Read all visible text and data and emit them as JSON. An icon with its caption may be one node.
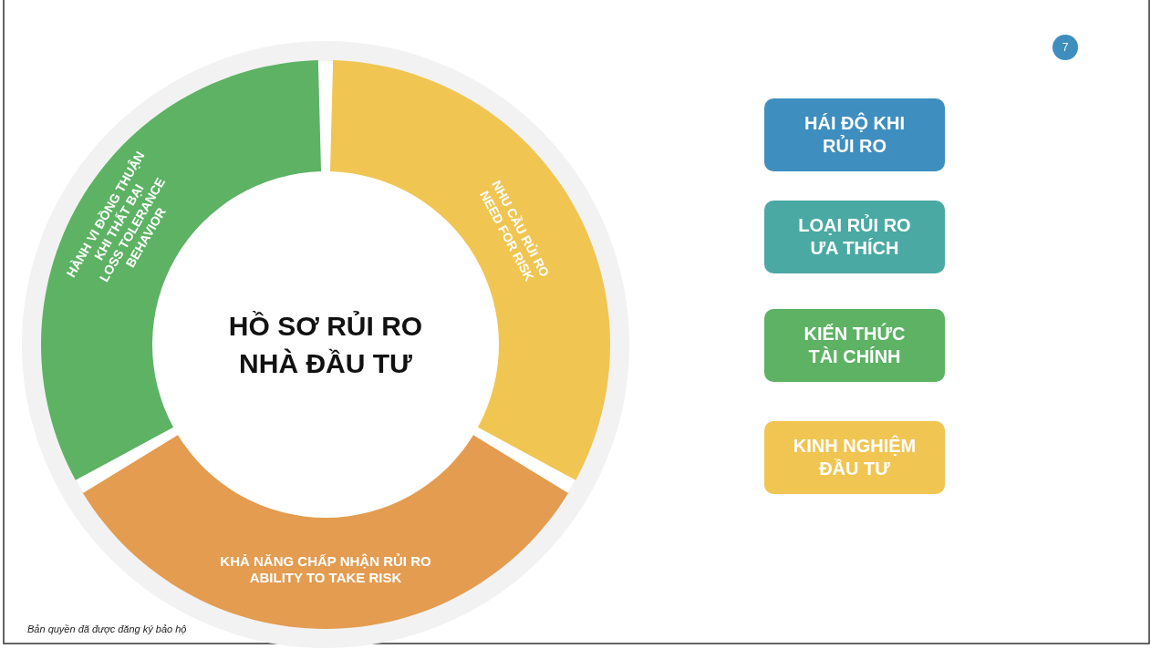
{
  "diagram": {
    "nodes": [
      {
        "text": [
          "HỒ SƠ RỦI RO NHÀ ĐẦU TƯ"
        ]
      },
      {
        "text": [
          "NHU CẦU RỦI RO",
          "NEED FOR RISK"
        ]
      },
      {
        "text": [
          "KHẢ NĂNG CHẤP NHẬN RỦI RO",
          "ABILITY TO TAKE RISK"
        ]
      },
      {
        "text": [
          "HÀNH VI ĐỒNG THUẬN KHI THẤT BẠI",
          "LOSS TOLERANCE BEHAVIOR"
        ]
      },
      {
        "text": [
          "7"
        ]
      },
      {
        "text": [
          "HÁI ĐỘ KHI RỦI RO"
        ]
      },
      {
        "text": [
          "LOẠI RỦI RO ƯA THÍCH"
        ]
      },
      {
        "text": [
          "KIẾN THỨC TÀI CHÍNH"
        ]
      },
      {
        "text": [
          "KINH NGHIỆM ĐẦU TƯ"
        ]
      }
    ],
    "labels": [
      "Bản quyền đã được đăng ký bảo hộ"
    ]
  }
}
